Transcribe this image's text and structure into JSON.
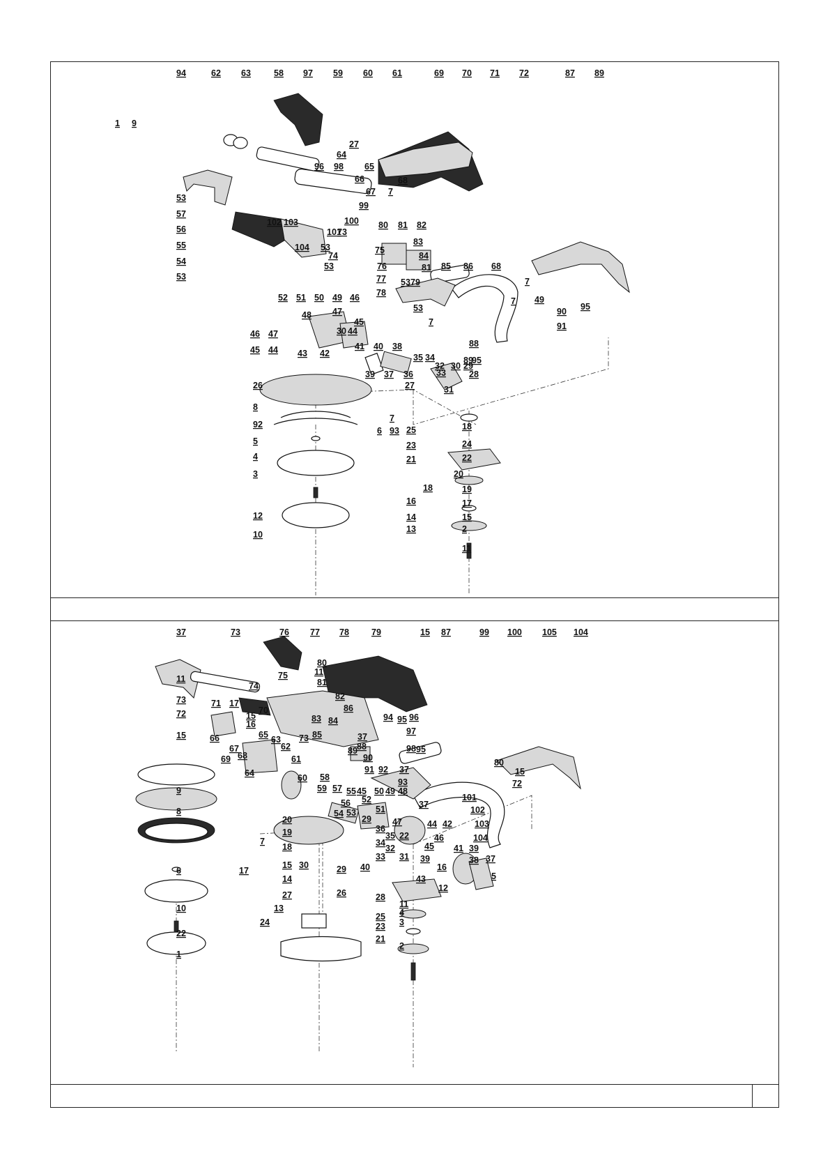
{
  "document": {
    "page_number": "",
    "top_caption": "",
    "bottom_caption": ""
  },
  "top_diagram": {
    "labels": [
      "94",
      "62",
      "63",
      "58",
      "97",
      "59",
      "60",
      "61",
      "69",
      "70",
      "71",
      "72",
      "87",
      "89",
      "27",
      "64",
      "65",
      "96",
      "98",
      "66",
      "67",
      "7",
      "68",
      "99",
      "53",
      "57",
      "56",
      "55",
      "54",
      "53",
      "102",
      "103",
      "100",
      "101",
      "73",
      "104",
      "53",
      "74",
      "80",
      "81",
      "82",
      "83",
      "84",
      "81",
      "85",
      "86",
      "75",
      "53",
      "76",
      "77",
      "78",
      "53",
      "79",
      "68",
      "7",
      "49",
      "95",
      "7",
      "52",
      "51",
      "50",
      "49",
      "46",
      "48",
      "47",
      "45",
      "30",
      "44",
      "53",
      "7",
      "90",
      "91",
      "88",
      "89",
      "95",
      "46",
      "47",
      "45",
      "44",
      "43",
      "42",
      "41",
      "40",
      "38",
      "39",
      "37",
      "36",
      "35",
      "34",
      "33",
      "32",
      "30",
      "29",
      "28",
      "27",
      "31",
      "26",
      "8",
      "7",
      "92",
      "6",
      "93",
      "25",
      "18",
      "23",
      "24",
      "21",
      "22",
      "5",
      "4",
      "20",
      "3",
      "18",
      "19",
      "16",
      "17",
      "14",
      "15",
      "12",
      "13",
      "2",
      "10",
      "11",
      "1",
      "9"
    ]
  },
  "bottom_diagram": {
    "labels": [
      "37",
      "73",
      "76",
      "77",
      "78",
      "79",
      "15",
      "87",
      "99",
      "100",
      "105",
      "104",
      "80",
      "11",
      "11",
      "75",
      "81",
      "74",
      "82",
      "73",
      "86",
      "71",
      "17",
      "15",
      "70",
      "83",
      "84",
      "72",
      "16",
      "65",
      "94",
      "95",
      "96",
      "97",
      "15",
      "66",
      "63",
      "85",
      "73",
      "37",
      "88",
      "89",
      "98",
      "95",
      "67",
      "68",
      "62",
      "61",
      "90",
      "91",
      "92",
      "37",
      "93",
      "80",
      "15",
      "69",
      "64",
      "60",
      "58",
      "59",
      "57",
      "55",
      "45",
      "50",
      "49",
      "48",
      "72",
      "101",
      "9",
      "56",
      "52",
      "51",
      "37",
      "102",
      "53",
      "54",
      "29",
      "47",
      "103",
      "8",
      "20",
      "36",
      "35",
      "22",
      "46",
      "44",
      "42",
      "104",
      "7",
      "19",
      "34",
      "32",
      "45",
      "41",
      "39",
      "18",
      "33",
      "31",
      "39",
      "38",
      "37",
      "5",
      "6",
      "17",
      "15",
      "30",
      "43",
      "16",
      "14",
      "29",
      "40",
      "12",
      "27",
      "28",
      "11",
      "13",
      "26",
      "25",
      "4",
      "10",
      "24",
      "23",
      "3",
      "22",
      "21",
      "2",
      "1"
    ]
  }
}
